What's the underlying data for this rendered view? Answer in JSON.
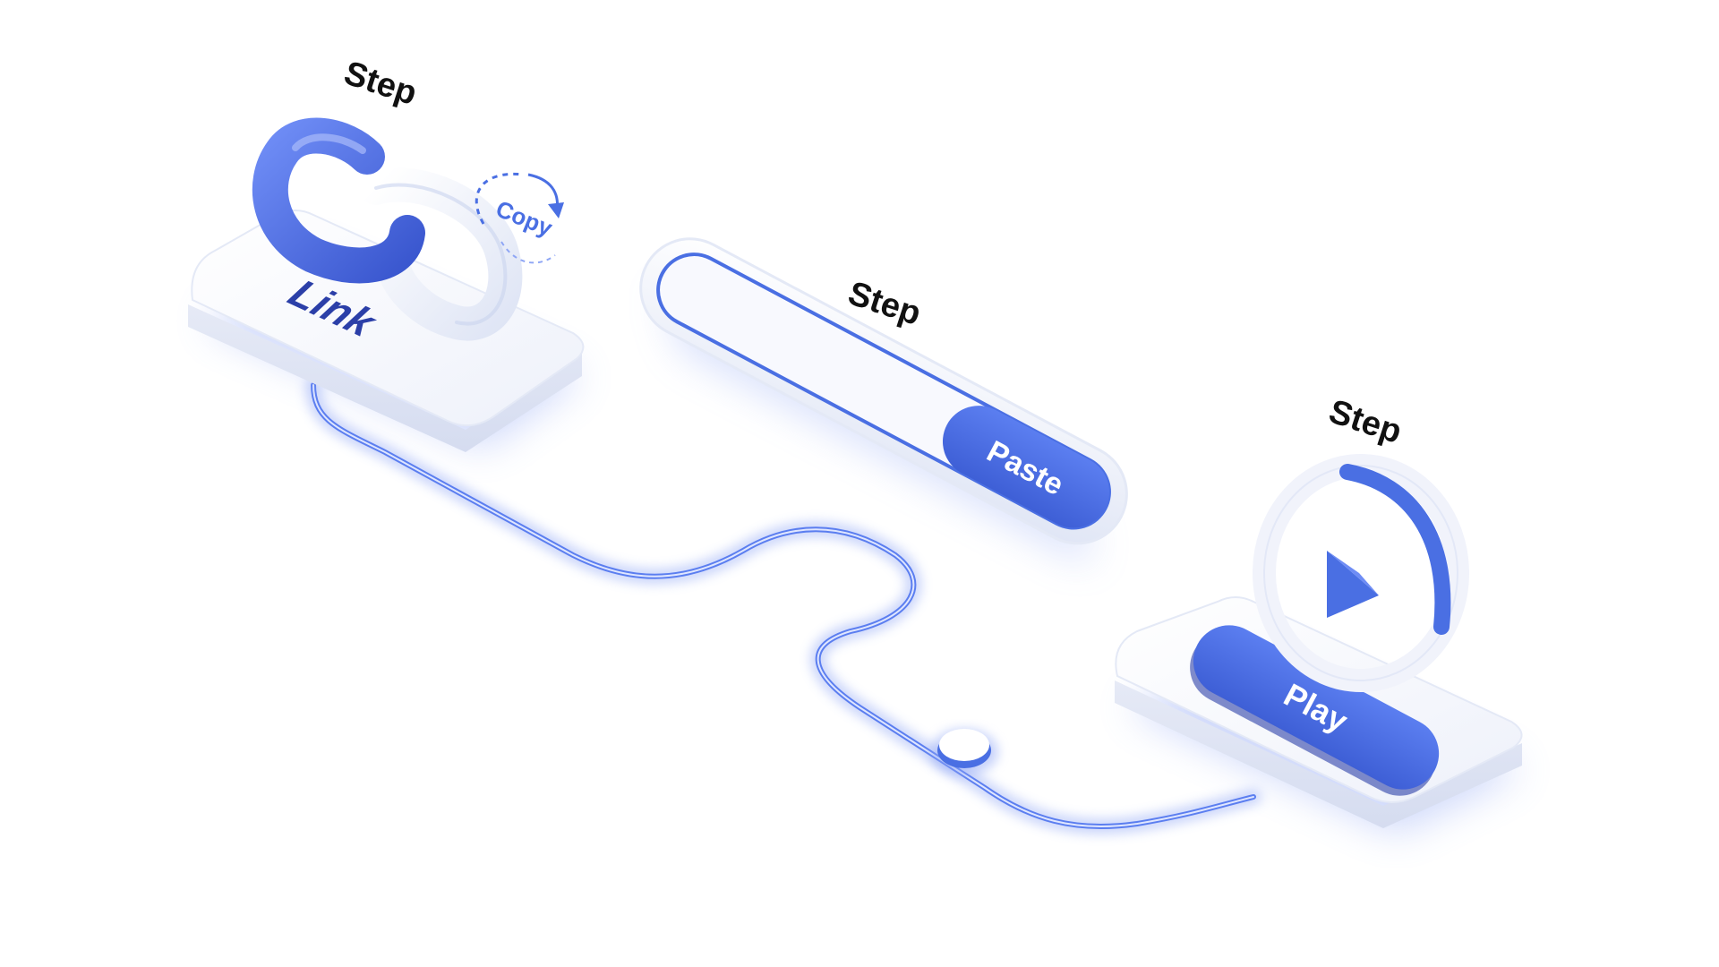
{
  "steps": [
    {
      "heading": "Step",
      "card_label": "Link",
      "hint_label": "Copy",
      "icon": "chain-link-icon"
    },
    {
      "heading": "Step",
      "button_label": "Paste",
      "icon": "paste-input-bar"
    },
    {
      "heading": "Step",
      "button_label": "Play",
      "icon": "play-icon"
    }
  ],
  "colors": {
    "accent": "#4a6fe3",
    "accent_dark": "#2b3fa8",
    "card": "#f4f6fc",
    "glow": "#8fa6f5",
    "text": "#111111"
  }
}
